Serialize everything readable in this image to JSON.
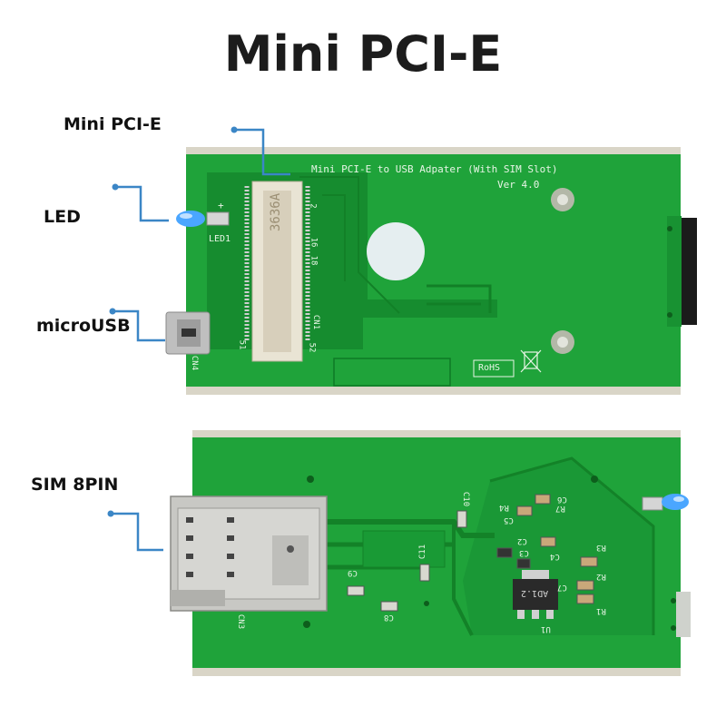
{
  "title": "Mini PCI-E",
  "callouts": {
    "mini_pcie": "Mini PCI-E",
    "led": "LED",
    "microusb": "microUSB",
    "sim": "SIM 8PIN"
  },
  "board_top": {
    "name_line": "Mini PCI-E to USB Adpater (With SIM Slot)",
    "version": "Ver 4.0",
    "led_label": "LED1",
    "plus": "+",
    "cn1": "CN1",
    "cn4": "CN4",
    "rohs": "RoHS",
    "pin_2": "2",
    "pin_16": "16",
    "pin_18": "18",
    "pin_51": "51",
    "pin_52": "52",
    "chip_code": "3636A"
  },
  "board_bottom": {
    "cn3": "CN3",
    "c10": "C10",
    "c11": "C11",
    "c8": "C8",
    "c9": "C9",
    "c6": "C6",
    "c5": "C5",
    "r4": "R4",
    "r7": "R7",
    "c2": "C2",
    "c3": "C3",
    "c4": "C4",
    "r3": "R3",
    "r2": "R2",
    "r1": "R1",
    "c7": "C7",
    "u1": "U1",
    "reg_code": "AD1.2"
  },
  "colors": {
    "pcb": "#1fa33a",
    "pcb_dark": "#158a2c",
    "silk": "#e8f5e6",
    "callout_line": "#3b86c6",
    "metal": "#c8c8c4",
    "led": "#4aa6ff"
  }
}
